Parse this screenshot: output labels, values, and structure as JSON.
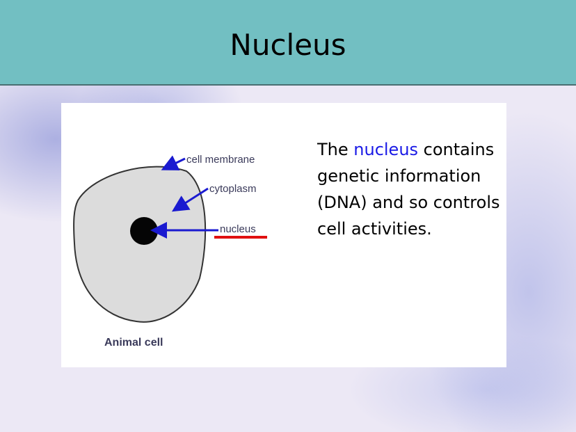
{
  "slide": {
    "title": "Nucleus",
    "body_pre": "The ",
    "body_highlight": "nucleus",
    "body_post": " contains genetic information (DNA) and so controls cell activities.",
    "highlight_color": "#1a1ae6"
  },
  "diagram": {
    "labels": {
      "membrane": "cell membrane",
      "cytoplasm": "cytoplasm",
      "nucleus": "nucleus",
      "caption": "Animal cell"
    },
    "arrow_color": "#1a1ad0",
    "underline_color": "#e01010"
  }
}
